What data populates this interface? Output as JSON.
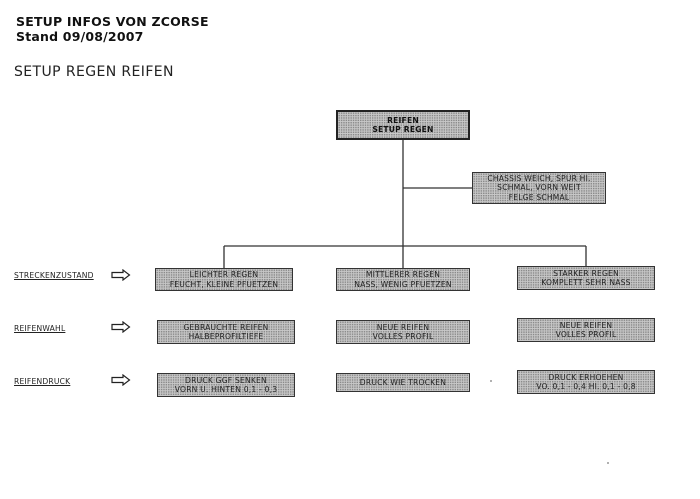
{
  "header": {
    "line1": "SETUP INFOS VON ZCORSE",
    "line2": "Stand 09/08/2007"
  },
  "subtitle": "SETUP REGEN REIFEN",
  "root": {
    "line1": "REIFEN",
    "line2": "SETUP REGEN"
  },
  "side_note": {
    "line1": "CHASSIS WEICH, SPUR HI.",
    "line2": "SCHMAL, VORN WEIT",
    "line3": "FELGE SCHMAL"
  },
  "rows": [
    {
      "label": "STRECKENZUSTAND"
    },
    {
      "label": "REIFENWAHL"
    },
    {
      "label": "REIFENDRUCK"
    }
  ],
  "columns": [
    {
      "condition": {
        "line1": "LEICHTER REGEN",
        "line2": "FEUCHT, KLEINE PFUETZEN"
      },
      "tire": {
        "line1": "GEBRAUCHTE REIFEN",
        "line2": "HALBEPROFILTIEFE"
      },
      "pressure": {
        "line1": "DRUCK GGF SENKEN",
        "line2": "VORN U. HINTEN 0,1 - 0,3"
      }
    },
    {
      "condition": {
        "line1": "MITTLERER REGEN",
        "line2": "NASS, WENIG PFUETZEN"
      },
      "tire": {
        "line1": "NEUE REIFEN",
        "line2": "VOLLES PROFIL"
      },
      "pressure": {
        "line1": "DRUCK WIE TROCKEN"
      }
    },
    {
      "condition": {
        "line1": "STARKER REGEN",
        "line2": "KOMPLETT SEHR NASS"
      },
      "tire": {
        "line1": "NEUE REIFEN",
        "line2": "VOLLES PROFIL"
      },
      "pressure": {
        "line1": "DRUCK ERHOEHEN",
        "line2": "VO. 0,1 - 0,4 HI. 0,1 - 0,8"
      }
    }
  ]
}
